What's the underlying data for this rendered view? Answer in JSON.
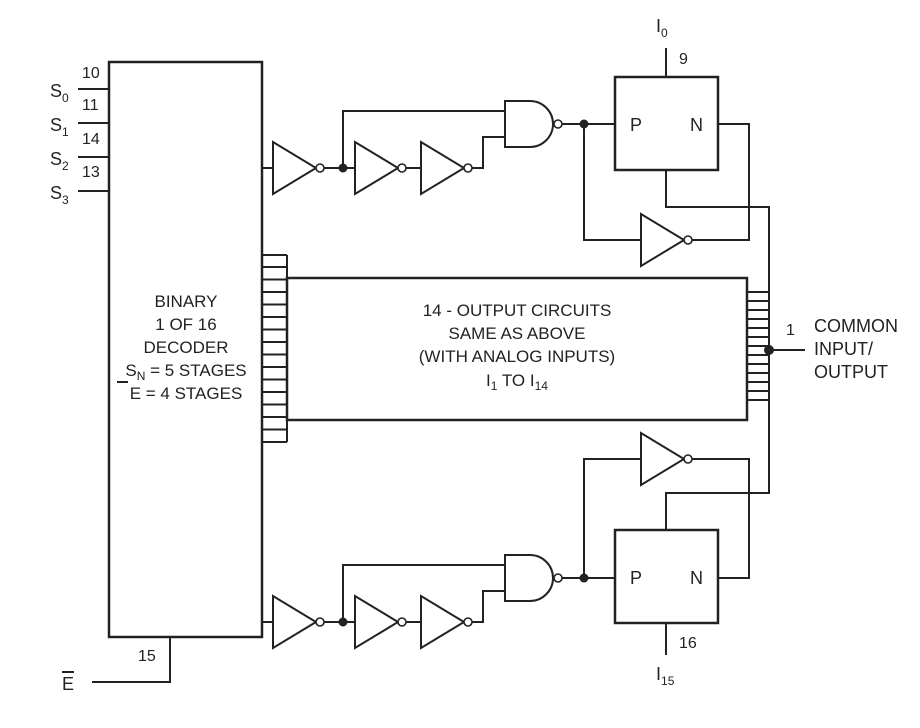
{
  "decoder": {
    "line1": "BINARY",
    "line2": "1 OF 16",
    "line3": "DECODER",
    "line4_main": "S",
    "line4_sub": "N",
    "line4_rest": " = 5 STAGES",
    "line5_main": "E",
    "line5_rest": " = 4 STAGES"
  },
  "middle": {
    "line1": "14 - OUTPUT CIRCUITS",
    "line2": "SAME AS ABOVE",
    "line3": "(WITH ANALOG INPUTS)",
    "line4_a": "I",
    "line4_a_sub": "1",
    "line4_mid": " TO I",
    "line4_b_sub": "14"
  },
  "inputs": [
    {
      "main": "S",
      "sub": "0",
      "pin": "10"
    },
    {
      "main": "S",
      "sub": "1",
      "pin": "11"
    },
    {
      "main": "S",
      "sub": "2",
      "pin": "14"
    },
    {
      "main": "S",
      "sub": "3",
      "pin": "13"
    }
  ],
  "enable": {
    "label": "E",
    "pin": "15"
  },
  "top": {
    "label_main": "I",
    "label_sub": "0",
    "pin": "9",
    "p": "P",
    "n": "N"
  },
  "bottom": {
    "label_main": "I",
    "label_sub": "15",
    "pin": "16",
    "p": "P",
    "n": "N"
  },
  "output": {
    "pin": "1",
    "line1": "COMMON",
    "line2": "INPUT/",
    "line3": "OUTPUT"
  }
}
